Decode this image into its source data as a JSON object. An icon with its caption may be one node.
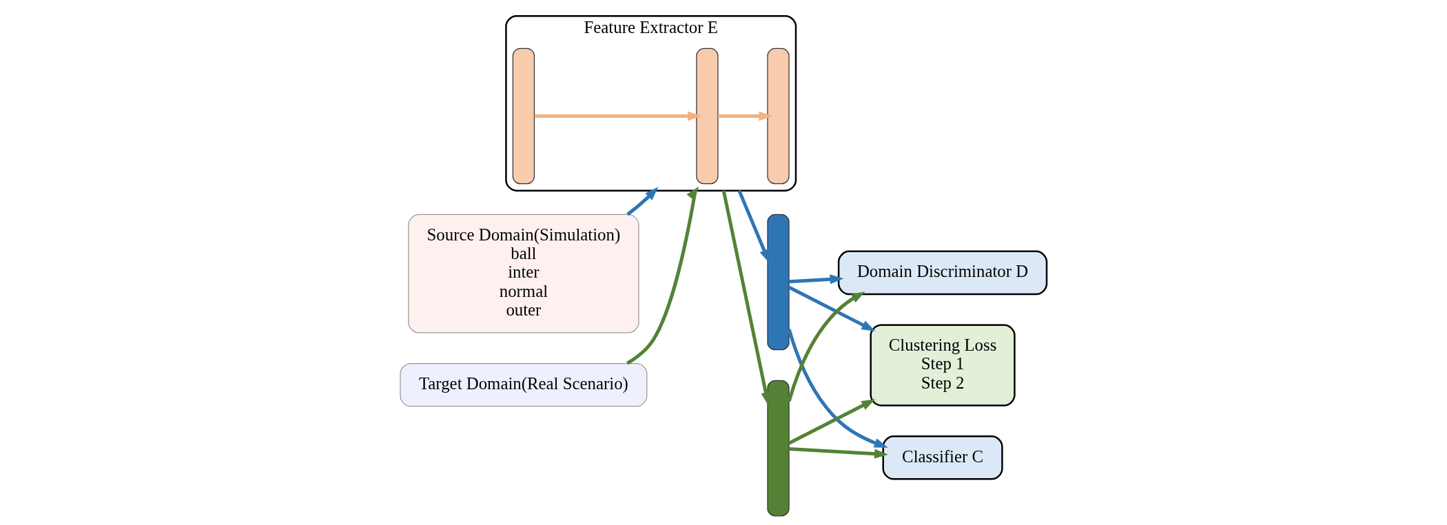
{
  "diagram": {
    "nodes": [
      {
        "text": [
          "Source Domain(Simulation)",
          "ball",
          "inter",
          "normal",
          "outer"
        ]
      },
      {
        "text": [
          "Target Domain(Real Scenario)"
        ]
      },
      {
        "text": [
          "Feature Extractor E"
        ]
      },
      {
        "text": [],
        "shape": "bar",
        "in": 2
      },
      {
        "text": [],
        "shape": "bar",
        "in": 2
      },
      {
        "text": [],
        "shape": "bar",
        "in": 2
      },
      {
        "text": [],
        "shape": "bar"
      },
      {
        "text": [],
        "shape": "bar"
      },
      {
        "text": [
          "Domain Discriminator D"
        ]
      },
      {
        "text": [
          "Clustering Loss",
          "Step 1",
          "Step 2"
        ]
      },
      {
        "text": [
          "Classifier C"
        ]
      }
    ],
    "edges": [
      {
        "from": 0,
        "to": 2,
        "arrow": "to"
      },
      {
        "from": 1,
        "to": 2,
        "arrow": "to",
        "color": "#548235"
      },
      {
        "from": 3,
        "to": 4,
        "arrow": "to",
        "color": "#f4b183"
      },
      {
        "from": 4,
        "to": 5,
        "arrow": "to",
        "color": "#f4b183"
      },
      {
        "from": 2,
        "to": 6,
        "arrow": "to"
      },
      {
        "from": 2,
        "to": 7,
        "arrow": "to",
        "color": "#548235"
      },
      {
        "from": 6,
        "to": 8,
        "arrow": "to"
      },
      {
        "from": 6,
        "to": 9,
        "arrow": "to"
      },
      {
        "from": 6,
        "to": 10,
        "arrow": "to"
      },
      {
        "from": 7,
        "to": 8,
        "arrow": "to",
        "color": "#548235"
      },
      {
        "from": 7,
        "to": 9,
        "arrow": "to",
        "color": "#548235"
      },
      {
        "from": 7,
        "to": 10,
        "arrow": "to",
        "color": "#548235"
      }
    ]
  }
}
